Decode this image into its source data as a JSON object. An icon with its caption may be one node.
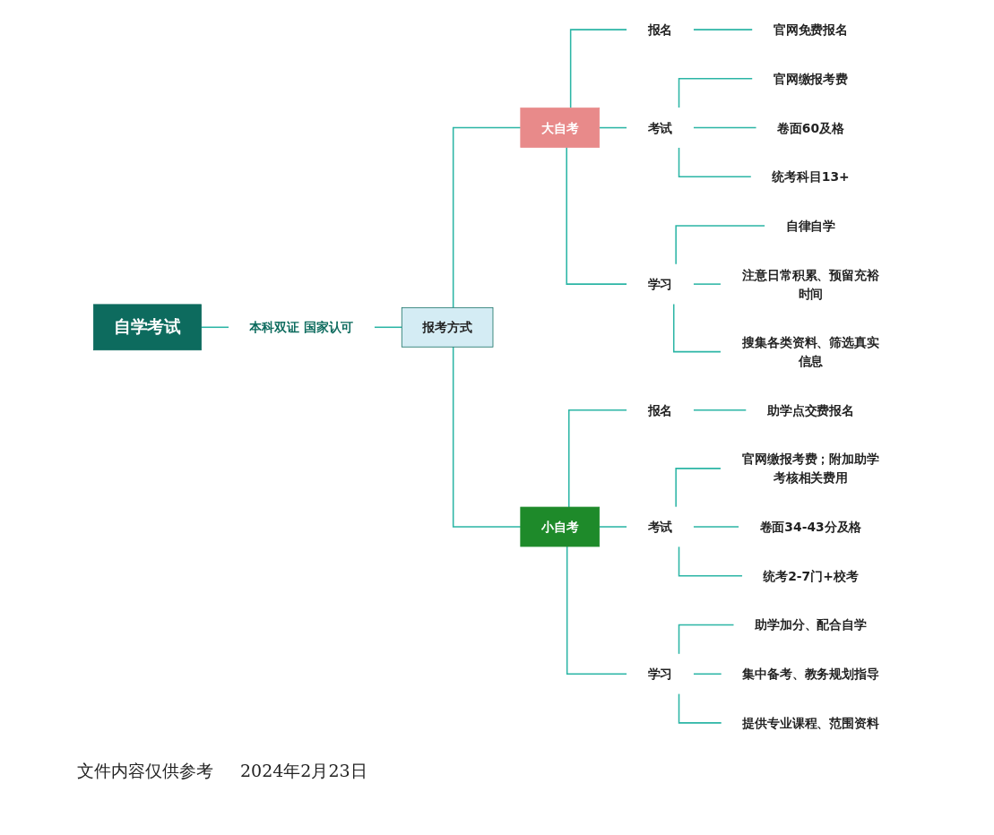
{
  "diagram": {
    "nodes": [
      {
        "text": [
          "自学考试"
        ]
      },
      {
        "text": [
          "本科双证 国家认可"
        ]
      },
      {
        "text": [
          "报考方式"
        ]
      },
      {
        "text": [
          "大自考"
        ]
      },
      {
        "text": [
          "报名"
        ]
      },
      {
        "text": [
          "官网免费报名"
        ]
      },
      {
        "text": [
          "考试"
        ]
      },
      {
        "text": [
          "官网缴报考费"
        ]
      },
      {
        "text": [
          "卷面60及格"
        ]
      },
      {
        "text": [
          "统考科目13+"
        ]
      },
      {
        "text": [
          "学习"
        ]
      },
      {
        "text": [
          "自律自学"
        ]
      },
      {
        "text": [
          "注意日常积累、预留充裕时间"
        ]
      },
      {
        "text": [
          "搜集各类资料、筛选真实信息"
        ]
      },
      {
        "text": [
          "小自考"
        ]
      },
      {
        "text": [
          "报名"
        ]
      },
      {
        "text": [
          "助学点交费报名"
        ]
      },
      {
        "text": [
          "考试"
        ]
      },
      {
        "text": [
          "官网缴报考费；附加助学考核相关费用"
        ]
      },
      {
        "text": [
          "卷面34-43分及格"
        ]
      },
      {
        "text": [
          "统考2-7门+校考"
        ]
      },
      {
        "text": [
          "学习"
        ]
      },
      {
        "text": [
          "助学加分、配合自学"
        ]
      },
      {
        "text": [
          "集中备考、教务规划指导"
        ]
      },
      {
        "text": [
          "提供专业课程、范围资料"
        ]
      }
    ],
    "edges": [
      {
        "from": 0,
        "to": 1,
        "arrow": "none"
      },
      {
        "from": 1,
        "to": 2,
        "arrow": "none"
      },
      {
        "from": 2,
        "to": 3,
        "arrow": "none"
      },
      {
        "from": 2,
        "to": 14,
        "arrow": "none"
      },
      {
        "from": 3,
        "to": 4,
        "arrow": "none"
      },
      {
        "from": 4,
        "to": 5,
        "arrow": "none"
      },
      {
        "from": 3,
        "to": 6,
        "arrow": "none"
      },
      {
        "from": 6,
        "to": 7,
        "arrow": "none"
      },
      {
        "from": 6,
        "to": 8,
        "arrow": "none"
      },
      {
        "from": 6,
        "to": 9,
        "arrow": "none"
      },
      {
        "from": 3,
        "to": 10,
        "arrow": "none"
      },
      {
        "from": 10,
        "to": 11,
        "arrow": "none"
      },
      {
        "from": 10,
        "to": 12,
        "arrow": "none"
      },
      {
        "from": 10,
        "to": 13,
        "arrow": "none"
      },
      {
        "from": 14,
        "to": 15,
        "arrow": "none"
      },
      {
        "from": 15,
        "to": 16,
        "arrow": "none"
      },
      {
        "from": 14,
        "to": 17,
        "arrow": "none"
      },
      {
        "from": 17,
        "to": 18,
        "arrow": "none"
      },
      {
        "from": 17,
        "to": 19,
        "arrow": "none"
      },
      {
        "from": 17,
        "to": 20,
        "arrow": "none"
      },
      {
        "from": 14,
        "to": 21,
        "arrow": "none"
      },
      {
        "from": 21,
        "to": 22,
        "arrow": "none"
      },
      {
        "from": 21,
        "to": 23,
        "arrow": "none"
      },
      {
        "from": 21,
        "to": 24,
        "arrow": "none"
      }
    ],
    "labels": [
      "文件内容仅供参考",
      "2024年2月23日"
    ]
  }
}
